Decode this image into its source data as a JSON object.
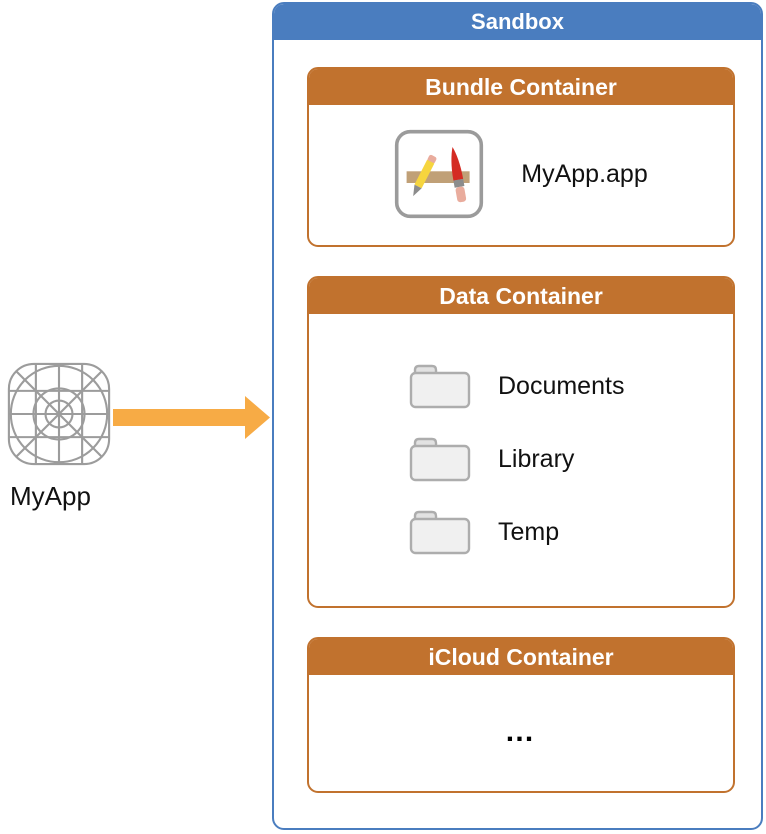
{
  "colors": {
    "blue": "#4A7DBF",
    "orange": "#C1722E",
    "arrow": "#F7AB45"
  },
  "app": {
    "label": "MyApp"
  },
  "sandbox": {
    "title": "Sandbox",
    "bundle": {
      "title": "Bundle Container",
      "app_label": "MyApp.app"
    },
    "data": {
      "title": "Data Container",
      "folders": [
        {
          "label": "Documents"
        },
        {
          "label": "Library"
        },
        {
          "label": "Temp"
        }
      ]
    },
    "icloud": {
      "title": "iCloud Container",
      "placeholder": "…"
    }
  }
}
